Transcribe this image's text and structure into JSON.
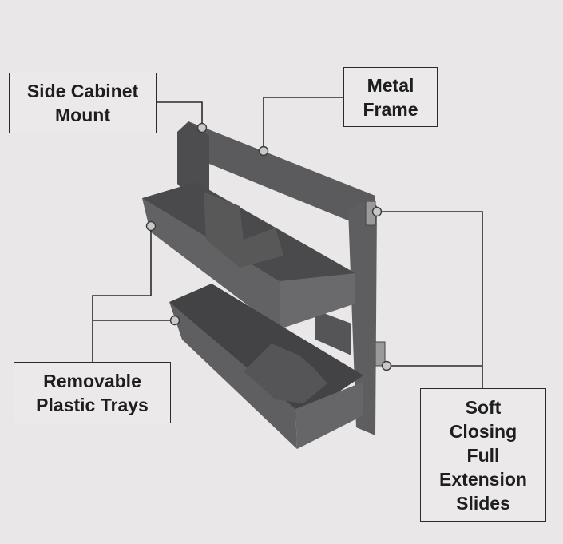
{
  "title": "Cabinet organizer diagram",
  "labels": {
    "side_cabinet_mount": "Side Cabinet\nMount",
    "metal_frame": "Metal\nFrame",
    "removable_trays": "Removable\nPlastic Trays",
    "slides": "Soft\nClosing\nFull\nExtension\nSlides"
  },
  "colors": {
    "background": "#e9e7e8",
    "product": "#5a5a5c",
    "line": "#2b2b2b",
    "dot": "#c8c8c8"
  }
}
